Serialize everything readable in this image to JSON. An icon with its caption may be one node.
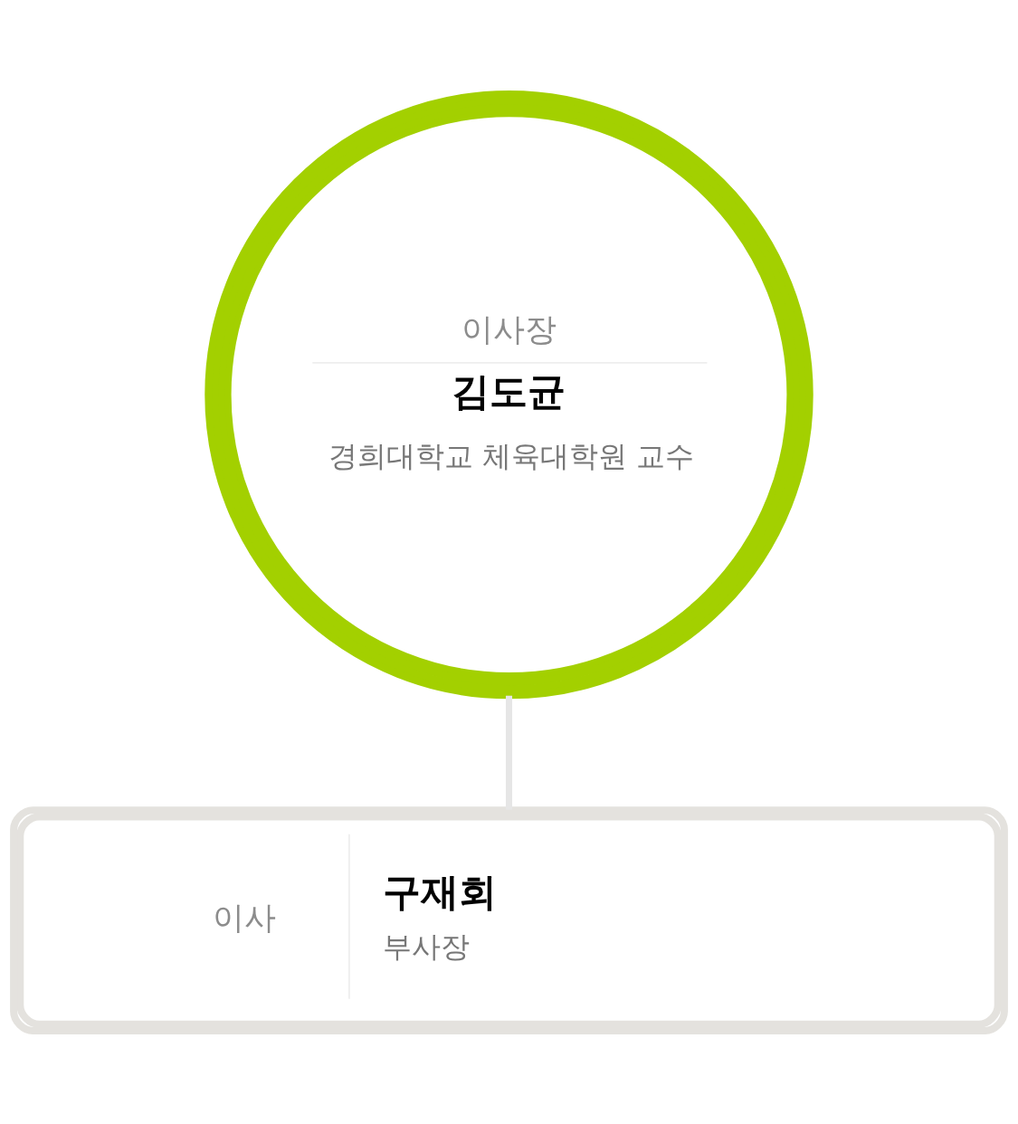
{
  "diagram": {
    "nodes": [
      {
        "text": [
          "이사장",
          "김도균",
          "경희대학교 체육대학원 교수"
        ]
      },
      {
        "text": [
          "이사",
          "구재회",
          "부사장"
        ]
      }
    ],
    "edges": [
      {
        "from": 0,
        "to": 1,
        "arrow": "none"
      }
    ]
  }
}
